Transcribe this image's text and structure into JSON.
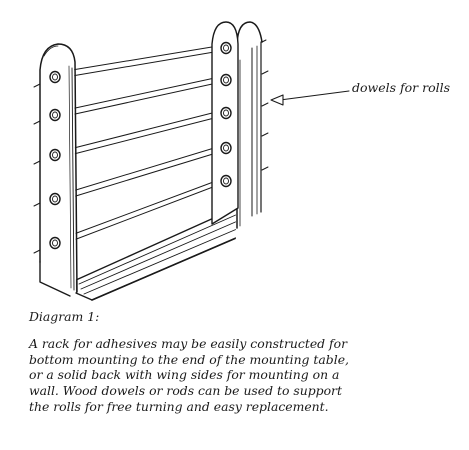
{
  "callout": {
    "label": "dowels for rolls"
  },
  "caption": {
    "title": "Diagram 1:",
    "body": "A rack for adhesives may be easily constructed for bottom mounting to the end of the mounting table, or a solid back with wing sides for mounting on a wall. Wood dowels or rods can be used to support the rolls for free turning and easy replacement."
  }
}
